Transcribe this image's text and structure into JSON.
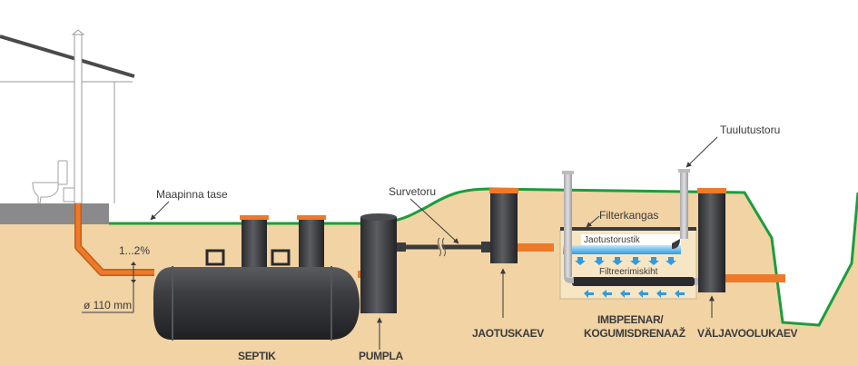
{
  "diagram": {
    "title": "Septic system with pump well, distribution well, infiltration bed and outlet well",
    "colors": {
      "soil": "#f1d3a4",
      "ground_line": "#1b9d3c",
      "pipe_orange": "#ec7a2a",
      "tank_dark": "#3a3b3e",
      "house_floor": "#8a8a8c",
      "water_blue": "#3aa7e6",
      "filter_bed": "#f7e6c6"
    },
    "labels": {
      "ground_level": "Maapinna tase",
      "slope": "1...2%",
      "pipe_diameter": "ø 110 mm",
      "pressure_pipe": "Survetoru",
      "filter_fabric": "Filterkangas",
      "distribution_piping": "Jaotustorustik",
      "filter_layer": "Filtreerimiskiht",
      "vent_pipe": "Tuulutustoru"
    },
    "components": [
      {
        "id": "septik",
        "label": "SEPTIK"
      },
      {
        "id": "pumpla",
        "label": "PUMPLA"
      },
      {
        "id": "jaotuskaev",
        "label": "JAOTUSKAEV"
      },
      {
        "id": "imbpeenar",
        "label_line1": "IMBPEENAR/",
        "label_line2": "KOGUMISDRENAAŽ"
      },
      {
        "id": "valjavoolukaev",
        "label": "VÄLJAVOOLUKAEV"
      }
    ]
  }
}
